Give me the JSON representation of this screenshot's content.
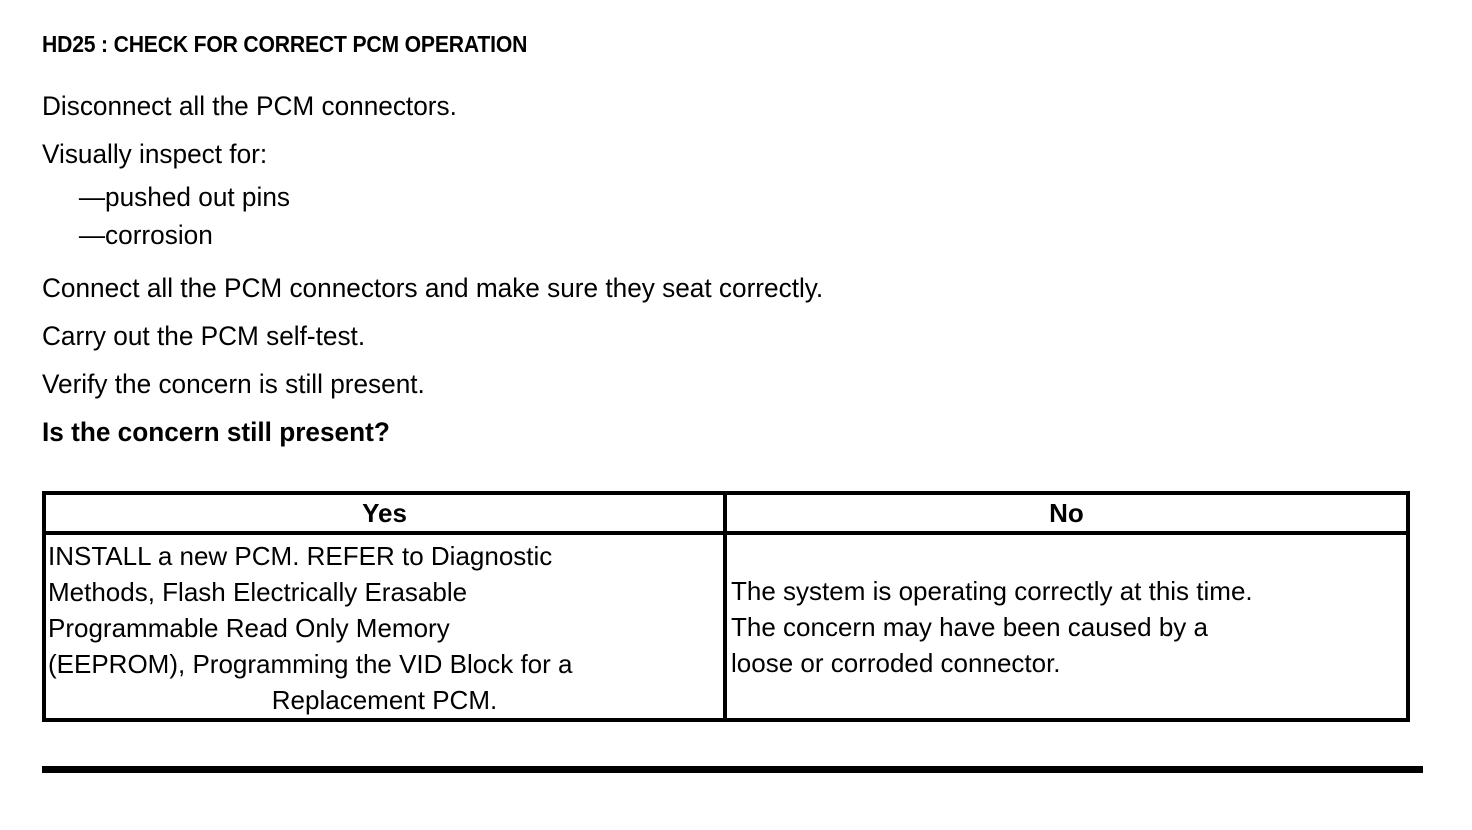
{
  "document": {
    "title": "HD25 : CHECK FOR CORRECT PCM OPERATION",
    "steps": [
      {
        "text": "Disconnect all the PCM connectors.",
        "bold": false
      },
      {
        "text": "Visually inspect for:",
        "bold": false
      }
    ],
    "sub_items": [
      "—pushed out pins",
      "—corrosion"
    ],
    "steps_after": [
      {
        "text": "Connect all the PCM connectors and make sure they seat correctly.",
        "bold": false
      },
      {
        "text": "Carry out the PCM self-test.",
        "bold": false
      },
      {
        "text": "Verify the concern is still present.",
        "bold": false
      },
      {
        "text": "Is the concern still present?",
        "bold": true
      }
    ],
    "question": "Is the concern still present?"
  },
  "decision_table": {
    "headers": {
      "yes": "Yes",
      "no": "No"
    },
    "yes_cell": {
      "lines": [
        "INSTALL a new PCM. REFER to Diagnostic",
        "Methods,  Flash Electrically Erasable",
        "Programmable Read Only Memory",
        "(EEPROM), Programming the VID Block for a",
        "Replacement PCM."
      ],
      "last_line_centered": true
    },
    "no_cell": {
      "lines": [
        "The system is operating correctly at this time.",
        "The concern may have been caused by a",
        "loose or corroded connector."
      ]
    }
  },
  "colors": {
    "ink": "#000000",
    "paper": "#ffffff"
  }
}
